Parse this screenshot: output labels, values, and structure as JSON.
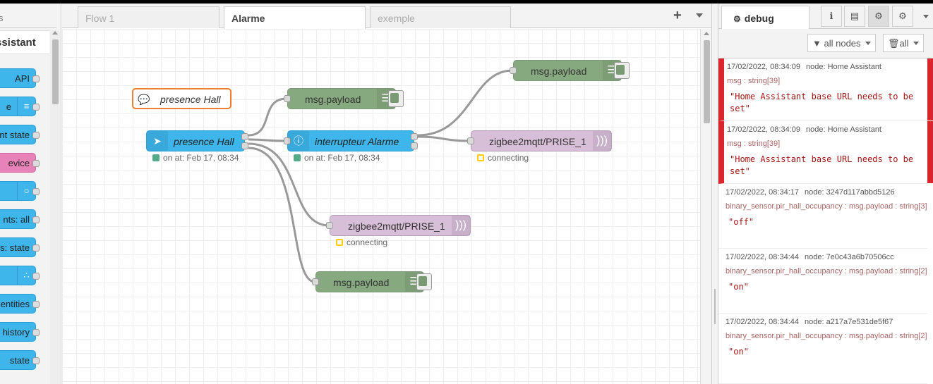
{
  "palette": {
    "tab_stub": "s",
    "header": "ssistant",
    "nodes": [
      {
        "label": "API",
        "icon": ""
      },
      {
        "label": "e",
        "icon": "router-icon"
      },
      {
        "label": "nt state",
        "icon": ""
      },
      {
        "label": "evice",
        "icon": "",
        "color": "#e783b8"
      },
      {
        "label": "",
        "icon": "circle-icon"
      },
      {
        "label": "nts: all",
        "icon": ""
      },
      {
        "label": "s: state",
        "icon": ""
      },
      {
        "label": "",
        "icon": "antenna-icon"
      },
      {
        "label": "entities",
        "icon": ""
      },
      {
        "label": "history",
        "icon": ""
      },
      {
        "label": "state",
        "icon": ""
      }
    ]
  },
  "tabs": [
    {
      "label": "Flow 1",
      "active": false
    },
    {
      "label": "Alarme",
      "active": true
    },
    {
      "label": "exemple",
      "active": false
    }
  ],
  "tab_actions": {
    "add": "+"
  },
  "flow": {
    "comment": "presence Hall",
    "debug1": "msg.payload",
    "debug2": "msg.payload",
    "debug3": "msg.payload",
    "ha_trigger": "presence Hall",
    "ha_trigger_status": "on at: Feb 17, 08:34",
    "switch_node": "interrupteur Alarme",
    "switch_status": "on at: Feb 17, 08:34",
    "mqtt1": "zigbee2mqtt/PRISE_1",
    "mqtt1_status": "connecting",
    "mqtt2": "zigbee2mqtt/PRISE_1",
    "mqtt2_status": "connecting"
  },
  "sidebar": {
    "tab_label": "debug",
    "filter_nodes": "all nodes",
    "clear_label": "all",
    "messages": [
      {
        "time": "17/02/2022, 08:34:09",
        "node": "node: Home Assistant",
        "topic": "msg : string[39]",
        "value": "\"Home Assistant base URL needs to be set\"",
        "error": true
      },
      {
        "time": "17/02/2022, 08:34:09",
        "node": "node: Home Assistant",
        "topic": "msg : string[39]",
        "value": "\"Home Assistant base URL needs to be set\"",
        "error": true
      },
      {
        "time": "17/02/2022, 08:34:17",
        "node": "node: 3247d117abbd5126",
        "topic": "binary_sensor.pir_hall_occupancy : msg.payload : string[3]",
        "value": "\"off\"",
        "error": false
      },
      {
        "time": "17/02/2022, 08:34:44",
        "node": "node: 7e0c43a6b70506cc",
        "topic": "binary_sensor.pir_hall_occupancy : msg.payload : string[2]",
        "value": "\"on\"",
        "error": false
      },
      {
        "time": "17/02/2022, 08:34:44",
        "node": "node: a217a7e531de5f67",
        "topic": "binary_sensor.pir_hall_occupancy : msg.payload : string[2]",
        "value": "\"on\"",
        "error": false
      }
    ]
  },
  "colors": {
    "node_blue": "#3eb5eb",
    "node_green": "#87a980",
    "node_purple": "#d8bfd8",
    "node_pink": "#e783b8",
    "error_red": "#d9252c",
    "comment_border": "#ee8130"
  }
}
